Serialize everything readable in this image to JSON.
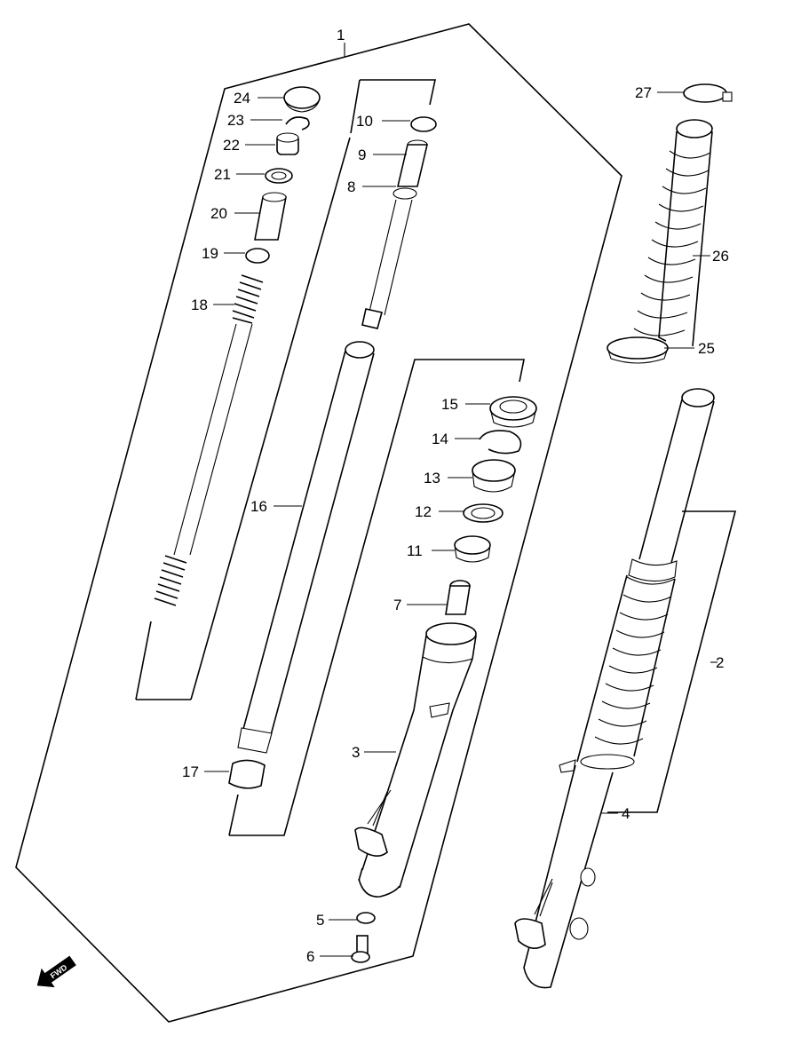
{
  "callouts": {
    "p1": "1",
    "p2": "2",
    "p3": "3",
    "p4": "4",
    "p5": "5",
    "p6": "6",
    "p7": "7",
    "p8": "8",
    "p9": "9",
    "p10": "10",
    "p11": "11",
    "p12": "12",
    "p13": "13",
    "p14": "14",
    "p15": "15",
    "p16": "16",
    "p17": "17",
    "p18": "18",
    "p19": "19",
    "p20": "20",
    "p21": "21",
    "p22": "22",
    "p23": "23",
    "p24": "24",
    "p25": "25",
    "p26": "26",
    "p27": "27"
  },
  "fwd_label": "FWD"
}
